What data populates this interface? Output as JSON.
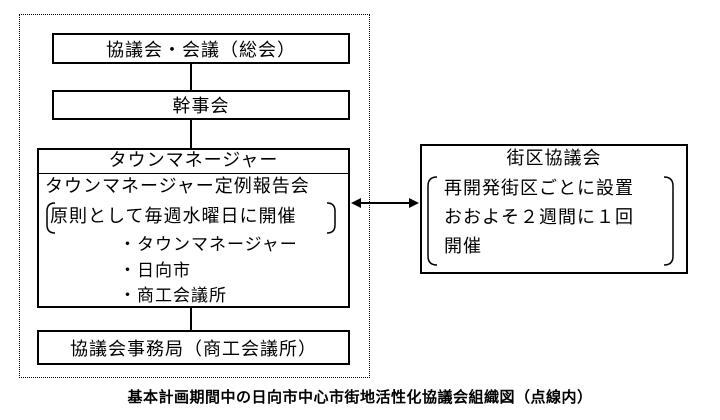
{
  "general_meeting": "協議会・会議（総会）",
  "secretaries": "幹事会",
  "town_manager": {
    "title": "タウンマネージャー",
    "meeting": "タウンマネージャー定例報告会",
    "schedule": "原則として毎週水曜日に開催",
    "members": [
      "・タウンマネージャー",
      "・日向市",
      "・商工会議所"
    ]
  },
  "secretariat": "協議会事務局（商工会議所）",
  "district": {
    "title": "街区協議会",
    "line1": "再開発街区ごとに設置",
    "line2": "おおよそ２週間に１回",
    "line3": "開催"
  },
  "caption": "基本計画期間中の日向市中心市街地活性化協議会組織図（点線内）"
}
